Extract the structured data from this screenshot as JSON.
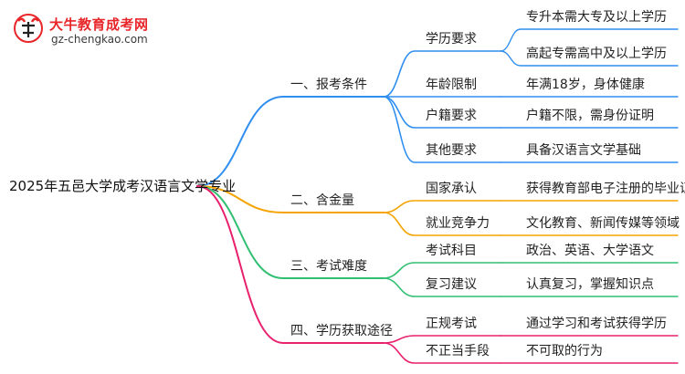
{
  "logo": {
    "icon": "cow-head-logo",
    "title": "大牛教育成考网",
    "url": "gz-chengkao.com",
    "color_red": "#e8262a"
  },
  "mindmap": {
    "root": "2025年五邑大学成考汉语言文学专业",
    "branches": [
      {
        "label": "一、报考条件",
        "color": "#2f8ff0",
        "children": [
          {
            "label": "学历要求",
            "leaves": [
              "专升本需大专及以上学历",
              "高起专需高中及以上学历"
            ]
          },
          {
            "label": "年龄限制",
            "leaves": [
              "年满18岁，身体健康"
            ]
          },
          {
            "label": "户籍要求",
            "leaves": [
              "户籍不限，需身份证明"
            ]
          },
          {
            "label": "其他要求",
            "leaves": [
              "具备汉语言文学基础"
            ]
          }
        ]
      },
      {
        "label": "二、含金量",
        "color": "#f5a300",
        "children": [
          {
            "label": "国家承认",
            "leaves": [
              "获得教育部电子注册的毕业证书"
            ]
          },
          {
            "label": "就业竞争力",
            "leaves": [
              "文化教育、新闻传媒等领域"
            ]
          }
        ]
      },
      {
        "label": "三、考试难度",
        "color": "#2fbf71",
        "children": [
          {
            "label": "考试科目",
            "leaves": [
              "政治、英语、大学语文"
            ]
          },
          {
            "label": "复习建议",
            "leaves": [
              "认真复习，掌握知识点"
            ]
          }
        ]
      },
      {
        "label": "四、学历获取途径",
        "color": "#e8206d",
        "children": [
          {
            "label": "正规考试",
            "leaves": [
              "通过学习和考试获得学历"
            ]
          },
          {
            "label": "不正当手段",
            "leaves": [
              "不可取的行为"
            ]
          }
        ]
      }
    ]
  }
}
